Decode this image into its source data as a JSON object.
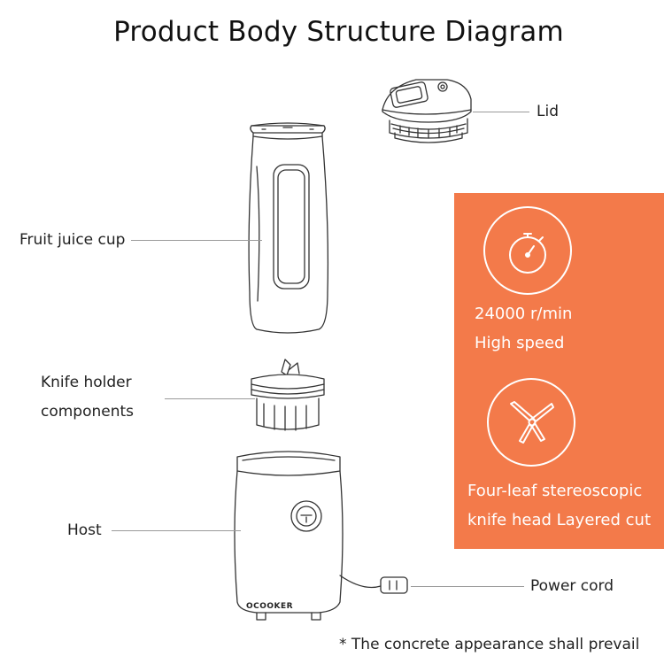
{
  "title": "Product Body Structure Diagram",
  "labels": {
    "lid": "Lid",
    "cup": "Fruit juice cup",
    "knife_line1": "Knife holder",
    "knife_line2": "components",
    "host": "Host",
    "power_cord": "Power cord"
  },
  "brand": "OCOOKER",
  "features": [
    {
      "icon": "stopwatch-icon",
      "line1": "24000 r/min",
      "line2": "High speed"
    },
    {
      "icon": "blade-icon",
      "line1": "Four-leaf stereoscopic",
      "line2": "knife head Layered cut"
    }
  ],
  "panel_color": "#f37a4a",
  "footnote": "* The concrete appearance shall prevail"
}
